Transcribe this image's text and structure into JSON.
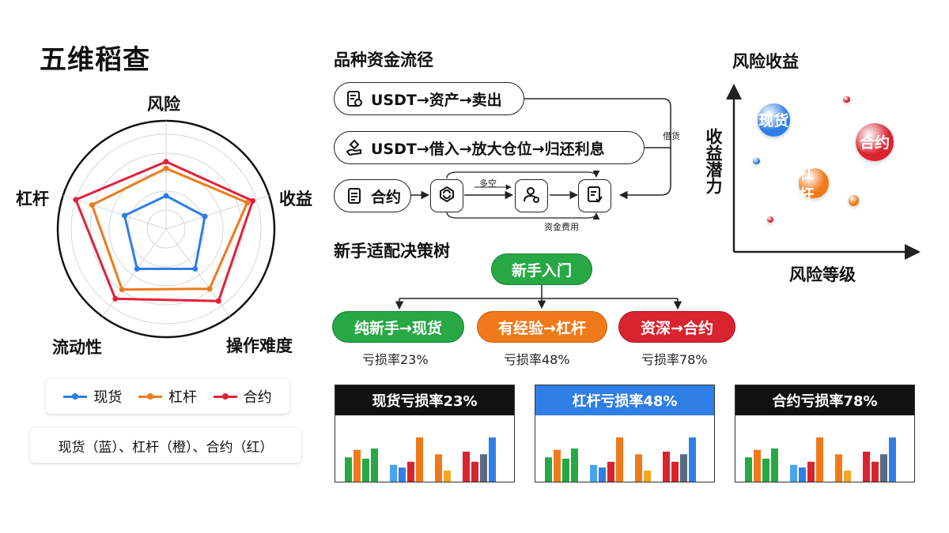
{
  "page_title": "五维稻查",
  "radar": {
    "axes": [
      "风险",
      "收益",
      "操作难度",
      "流动性",
      "杠杆"
    ],
    "series": [
      {
        "name": "现货",
        "color": "#2f7ee6",
        "values": [
          0.35,
          0.43,
          0.52,
          0.52,
          0.46
        ]
      },
      {
        "name": "杠杆",
        "color": "#f07a1a",
        "values": [
          0.64,
          0.9,
          0.78,
          0.79,
          0.82
        ]
      },
      {
        "name": "合约",
        "color": "#e0223a",
        "values": [
          0.71,
          0.96,
          0.94,
          0.91,
          1.0
        ]
      }
    ]
  },
  "legend": {
    "items": [
      "现货",
      "杠杆",
      "合约"
    ]
  },
  "legend_note": "现货（蓝）、杠杆（橙）、合约（红）",
  "flow": {
    "title": "品种资金流径",
    "paths": [
      {
        "label": "USDT→资产→卖出",
        "icon": "document-dollar-icon"
      },
      {
        "label": "USDT→借入→放大仓位→归还利息",
        "icon": "loan-hand-icon"
      },
      {
        "label": "合约",
        "icon": "contract-doc-icon"
      }
    ],
    "labels": {
      "borrow": "借货",
      "long_short": "多空",
      "fee": "资金费用"
    }
  },
  "tree": {
    "title": "新手适配决策树",
    "root": "新手入门",
    "branches": [
      {
        "label": "纯新手→现货",
        "color": "#27a844",
        "loss": "亏损率23%"
      },
      {
        "label": "有经验→杠杆",
        "color": "#f07a1a",
        "loss": "亏损率48%"
      },
      {
        "label": "资深→合约",
        "color": "#d9232f",
        "loss": "亏损率78%"
      }
    ]
  },
  "cards": [
    {
      "title": "现货亏损率23%",
      "head_color": "#111111"
    },
    {
      "title": "杠杆亏损率48%",
      "head_color": "#2f7ee6"
    },
    {
      "title": "合约亏损率78%",
      "head_color": "#111111"
    }
  ],
  "card_bars": {
    "colors": [
      "#27a844",
      "#f07a1a",
      "#27a844",
      "#27a844",
      "#4aa3ee",
      "#2f7ee6",
      "#d9232f",
      "#f07a1a",
      "#f07a1a",
      "#f5a623",
      "#d9232f",
      "#d9232f",
      "#5a6a80",
      "#2f7ee6"
    ],
    "values": [
      0.55,
      0.72,
      0.52,
      0.75,
      0.38,
      0.32,
      0.45,
      1.0,
      0.62,
      0.25,
      0.68,
      0.45,
      0.62,
      1.0
    ],
    "groups": [
      [
        0,
        1,
        2,
        3
      ],
      [
        4,
        5,
        6,
        7
      ],
      [
        8,
        9
      ],
      [
        10,
        11,
        12,
        13
      ]
    ]
  },
  "bubble": {
    "title": "风险收益",
    "ylabel": "收益潜力",
    "xlabel": "风险等级",
    "points": [
      {
        "label": "现货",
        "color": "#2f7ee6",
        "x": 0.22,
        "y": 0.78,
        "r": 0.19
      },
      {
        "label": "合约",
        "color": "#d9232f",
        "x": 0.8,
        "y": 0.64,
        "r": 0.22
      },
      {
        "label": "杠杆",
        "color": "#f07a1a",
        "x": 0.45,
        "y": 0.38,
        "r": 0.17
      },
      {
        "label": "",
        "color": "#d9232f",
        "x": 0.64,
        "y": 0.91,
        "r": 0.04
      },
      {
        "label": "",
        "color": "#2f7ee6",
        "x": 0.12,
        "y": 0.52,
        "r": 0.04
      },
      {
        "label": "",
        "color": "#f07a1a",
        "x": 0.68,
        "y": 0.27,
        "r": 0.06
      },
      {
        "label": "",
        "color": "#d9232f",
        "x": 0.2,
        "y": 0.15,
        "r": 0.04
      }
    ]
  }
}
